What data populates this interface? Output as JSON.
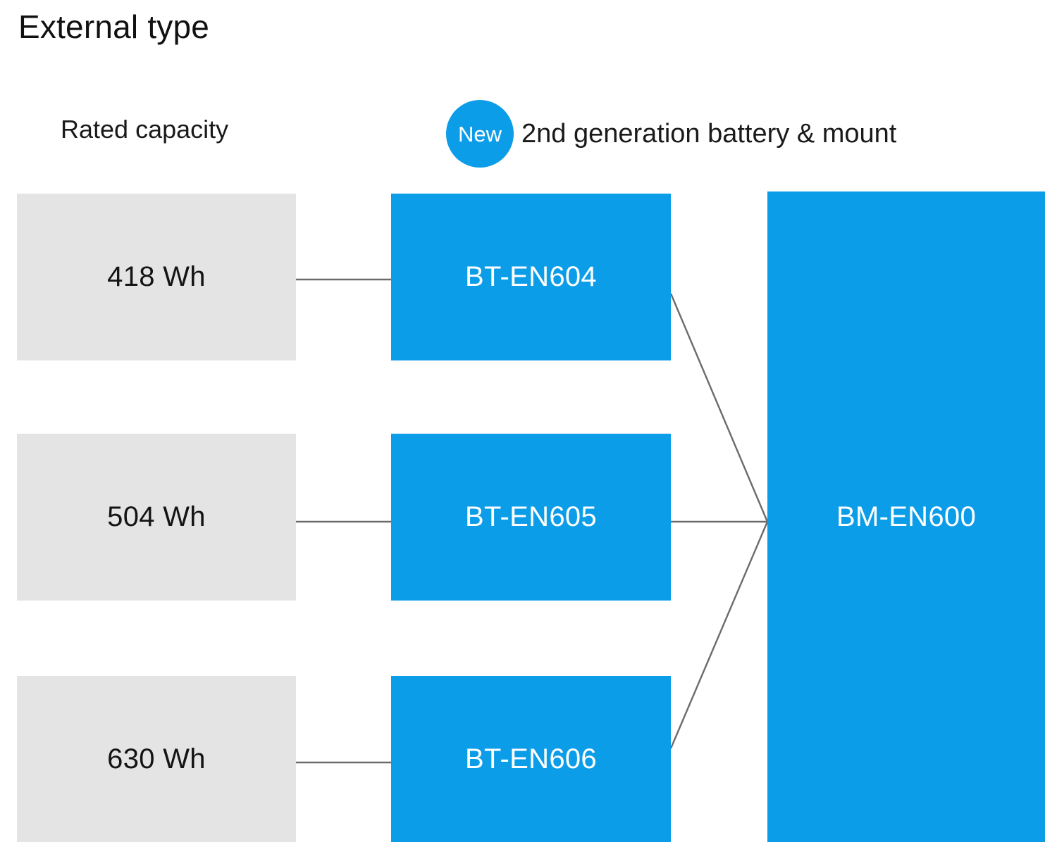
{
  "page": {
    "title": "External type",
    "background": "#ffffff"
  },
  "colors": {
    "accent_blue": "#0C9DE8",
    "capacity_gray": "#E4E4E4",
    "connector_line": "#6b6b6b",
    "text_dark": "#1a1a1a",
    "text_light": "#ffffff"
  },
  "headings": {
    "capacity_column": "Rated capacity",
    "generation_column": "2nd generation battery & mount"
  },
  "badge": {
    "label": "New",
    "shape": "circle",
    "background": "#0C9DE8",
    "text_color": "#ffffff"
  },
  "chart_data": {
    "type": "diagram",
    "title": "External type",
    "description": "Battery capacity options mapped to battery model numbers, all converging on one mount model.",
    "columns": [
      "Rated capacity",
      "2nd generation battery & mount"
    ],
    "rows": [
      {
        "capacity": "418 Wh",
        "battery": "BT-EN604"
      },
      {
        "capacity": "504 Wh",
        "battery": "BT-EN605"
      },
      {
        "capacity": "630 Wh",
        "battery": "BT-EN606"
      }
    ],
    "mount": "BM-EN600",
    "links": [
      {
        "from": "418 Wh",
        "to": "BT-EN604"
      },
      {
        "from": "504 Wh",
        "to": "BT-EN605"
      },
      {
        "from": "630 Wh",
        "to": "BT-EN606"
      },
      {
        "from": "BT-EN604",
        "to": "BM-EN600"
      },
      {
        "from": "BT-EN605",
        "to": "BM-EN600"
      },
      {
        "from": "BT-EN606",
        "to": "BM-EN600"
      }
    ]
  },
  "nodes": {
    "capacities": [
      {
        "label": "418 Wh"
      },
      {
        "label": "504 Wh"
      },
      {
        "label": "630 Wh"
      }
    ],
    "batteries": [
      {
        "label": "BT-EN604"
      },
      {
        "label": "BT-EN605"
      },
      {
        "label": "BT-EN606"
      }
    ],
    "mount": {
      "label": "BM-EN600"
    }
  }
}
